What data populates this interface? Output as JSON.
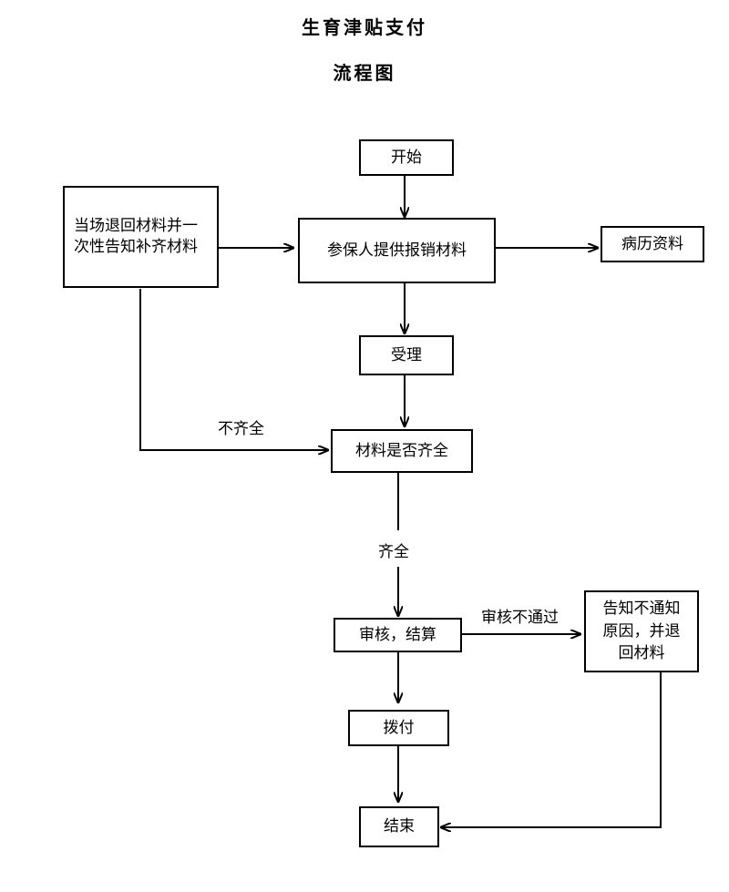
{
  "title": "生育津贴支付",
  "subtitle": "流程图",
  "nodes": {
    "start": "开始",
    "submit": "参保人提供报销材料",
    "return_materials": "当场退回材料并一次性告知补齐材料",
    "records": "病历资料",
    "accept": "受理",
    "check": "材料是否齐全",
    "review": "审核，结算",
    "notify": "告知不通知原因，并退回材料",
    "pay": "拨付",
    "end": "结束"
  },
  "edge_labels": {
    "incomplete": "不齐全",
    "complete": "齐全",
    "rejected": "审核不通过"
  }
}
